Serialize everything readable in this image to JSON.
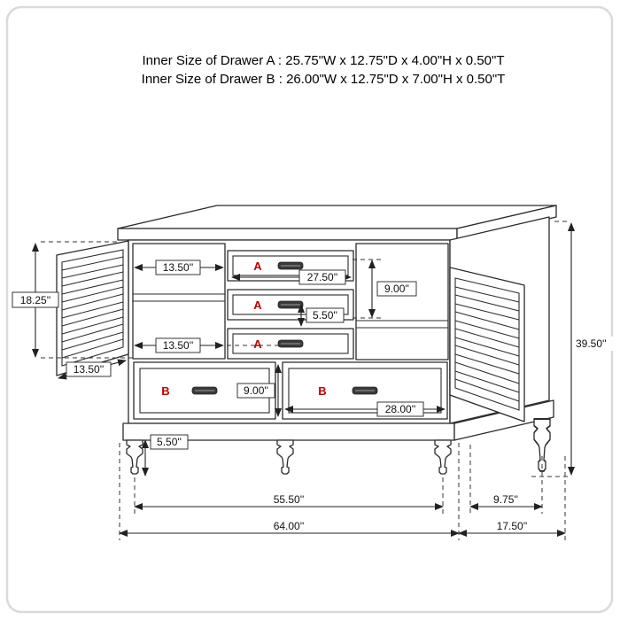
{
  "header": {
    "line_a": "Inner Size of Drawer A : 25.75\"W x 12.75\"D x 4.00\"H x 0.50\"T",
    "line_b": "Inner Size of Drawer B : 26.00\"W x 12.75\"D x 7.00\"H x 0.50\"T"
  },
  "drawer_labels": {
    "a": "A",
    "b": "B"
  },
  "dims": {
    "cabinet_side_height": "18.25''",
    "upper_shelf_width": "13.50''",
    "drawer_a_width": "27.50''",
    "drawer_a_pair_height": "9.00''",
    "drawer_a_face_height": "5.50''",
    "lower_shelf_width": "13.50''",
    "door_width": "13.50''",
    "drawer_b_height": "9.00''",
    "drawer_b_width": "28.00''",
    "overall_height": "39.50''",
    "leg_height": "5.50''",
    "front_leg_span": "55.50''",
    "side_leg_span": "9.75''",
    "overall_width": "64.00''",
    "overall_depth": "17.50''"
  },
  "colors": {
    "outline": "#2b2b2b",
    "dimension_line": "#222222",
    "label_red": "#c00000",
    "handle_dark": "#3a3a3a",
    "frame_border": "#dadada"
  }
}
